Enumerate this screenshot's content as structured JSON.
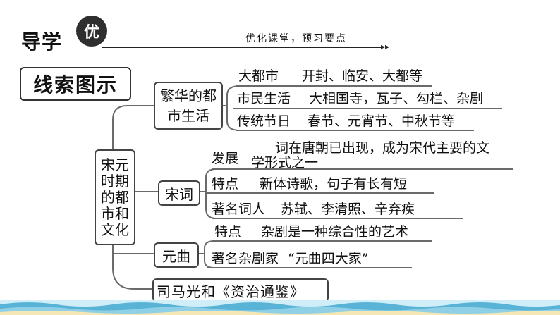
{
  "header": {
    "title": "导学",
    "badge": "优",
    "subtitle": "优化课堂，预习要点"
  },
  "title_box": "线索图示",
  "root": [
    "宋元",
    "时期",
    "的都",
    "市和",
    "文化"
  ],
  "branch_fanhua": {
    "label_lines": [
      "繁华的都",
      "市生活"
    ],
    "rows": [
      {
        "key": "大都市",
        "value": "开封、临安、大都等"
      },
      {
        "key": "市民生活",
        "value": "大相国寺，瓦子、勾栏、杂剧"
      },
      {
        "key": "传统节日",
        "value": "春节、元宵节、中秋节等"
      }
    ]
  },
  "branch_songci": {
    "label": "宋词",
    "fazhan_key": "发展",
    "fazhan_line1": "词在唐朝已出现，成为宋代主要的文",
    "fazhan_line2": "学形式之一",
    "rows": [
      {
        "key": "特点",
        "value": "新体诗歌，句子有长有短"
      },
      {
        "key": "著名词人",
        "value": "苏轼、李清照、辛弃疾"
      }
    ]
  },
  "branch_yuanqu": {
    "label": "元曲",
    "rows": [
      {
        "key": "特点",
        "value": "杂剧是一种综合性的艺术"
      },
      {
        "key": "著名杂剧家",
        "value": "“元曲四大家”"
      }
    ]
  },
  "branch_sima": {
    "label": "司马光和《资治通鉴》"
  },
  "colors": {
    "line": "#666666",
    "dark": "#2f2f2f",
    "wave_blue": "#58b3d6",
    "wave_light": "#cfeef7",
    "sand": "#f5e7b6"
  }
}
